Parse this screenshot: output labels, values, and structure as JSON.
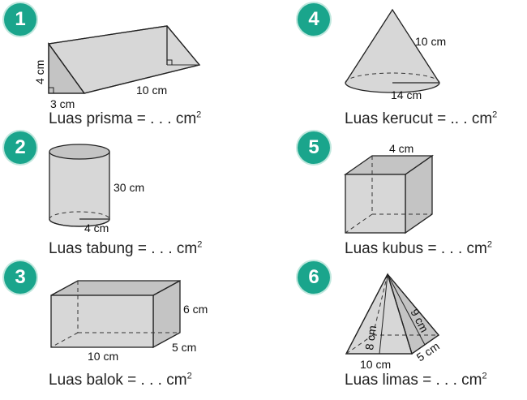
{
  "badge_color": "#1aa58c",
  "problems": [
    {
      "number": "1",
      "caption_text": "Luas prisma = . . . cm",
      "caption_unit_power": "2",
      "dims": {
        "height": "4 cm",
        "base": "3 cm",
        "length": "10 cm"
      }
    },
    {
      "number": "2",
      "caption_text": "Luas tabung = . . . cm",
      "caption_unit_power": "2",
      "dims": {
        "height": "30 cm",
        "radius": "4 cm"
      }
    },
    {
      "number": "3",
      "caption_text": "Luas balok = . . . cm",
      "caption_unit_power": "2",
      "dims": {
        "height": "6 cm",
        "length": "10 cm",
        "width": "5 cm"
      }
    },
    {
      "number": "4",
      "caption_text": "Luas kerucut = .. . cm",
      "caption_unit_power": "2",
      "dims": {
        "slant": "10 cm",
        "diameter": "14 cm"
      }
    },
    {
      "number": "5",
      "caption_text": "Luas kubus = . . . cm",
      "caption_unit_power": "2",
      "dims": {
        "side": "4 cm"
      }
    },
    {
      "number": "6",
      "caption_text": "Luas limas = . . . cm",
      "caption_unit_power": "2",
      "dims": {
        "slant_front": "8 cm",
        "slant_side": "9 cm",
        "base_length": "10 cm",
        "base_width": "5 cm"
      }
    }
  ]
}
